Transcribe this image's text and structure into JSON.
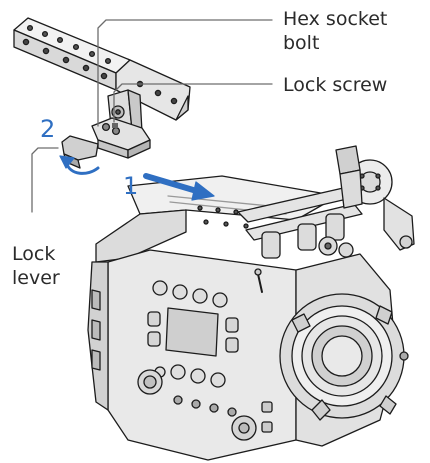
{
  "callouts": {
    "hex_socket_bolt": {
      "line1": "Hex socket",
      "line2": "bolt"
    },
    "lock_screw": "Lock screw",
    "lock_lever": {
      "line1": "Lock",
      "line2": "lever"
    }
  },
  "steps": {
    "step1": "1",
    "step2": "2"
  },
  "colors": {
    "accent_arrow": "#2f6fc2",
    "line_art": "#1c1c1c",
    "body_fill": "#e9e9e9"
  }
}
